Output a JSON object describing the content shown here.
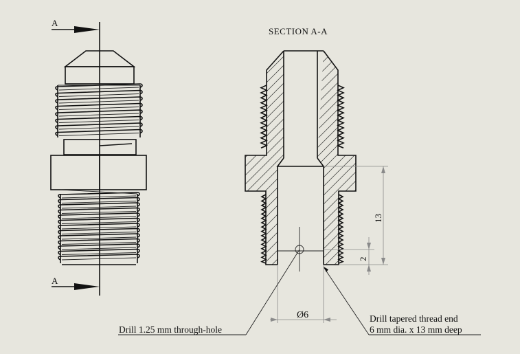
{
  "section_marker": "A",
  "section_title": "SECTION A-A",
  "dimensions": {
    "depth_13": "13",
    "offset_2": "2",
    "diameter_6": "Ø6"
  },
  "notes": {
    "hole_note": "Drill 1.25 mm through-hole",
    "thread_note_line1": "Drill tapered thread end",
    "thread_note_line2": "6 mm dia. x 13 mm deep"
  },
  "colors": {
    "background": "#e7e6de",
    "line": "#111111",
    "dimension": "#8a8a8a"
  }
}
